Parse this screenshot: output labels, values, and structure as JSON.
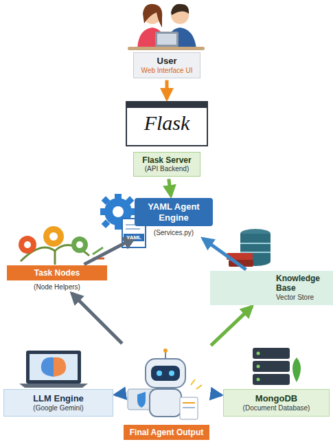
{
  "diagram": {
    "nodes": [
      {
        "text": [
          "User",
          "Web Interface UI"
        ]
      },
      {
        "text": [
          "Flask"
        ]
      },
      {
        "text": [
          "Flask Server",
          "(API Backend)"
        ]
      },
      {
        "text": [
          "YAML Agent Engine",
          "(Services.py)"
        ]
      },
      {
        "text": [
          "Task Nodes",
          "(Node Helpers)"
        ]
      },
      {
        "text": [
          "Knowledge Base",
          "Vector Store"
        ]
      },
      {
        "text": [
          "LLM Engine",
          "(Google Gemini)"
        ]
      },
      {
        "text": [
          "Final Agent Output"
        ]
      },
      {
        "text": [
          "MongoDB",
          "(Document Database)"
        ]
      }
    ],
    "edges": [
      {
        "from": 0,
        "to": 1,
        "arrow": "to"
      },
      {
        "from": 2,
        "to": 3,
        "arrow": "to"
      },
      {
        "from": 4,
        "to": 3,
        "arrow": "to"
      },
      {
        "from": 5,
        "to": 3,
        "arrow": "to"
      },
      {
        "from": 7,
        "to": 4,
        "arrow": "to"
      },
      {
        "from": 7,
        "to": 5,
        "arrow": "to"
      },
      {
        "from": 7,
        "to": 6,
        "arrow": "to"
      },
      {
        "from": 7,
        "to": 8,
        "arrow": "to"
      }
    ],
    "labels": [
      "YAML"
    ]
  }
}
